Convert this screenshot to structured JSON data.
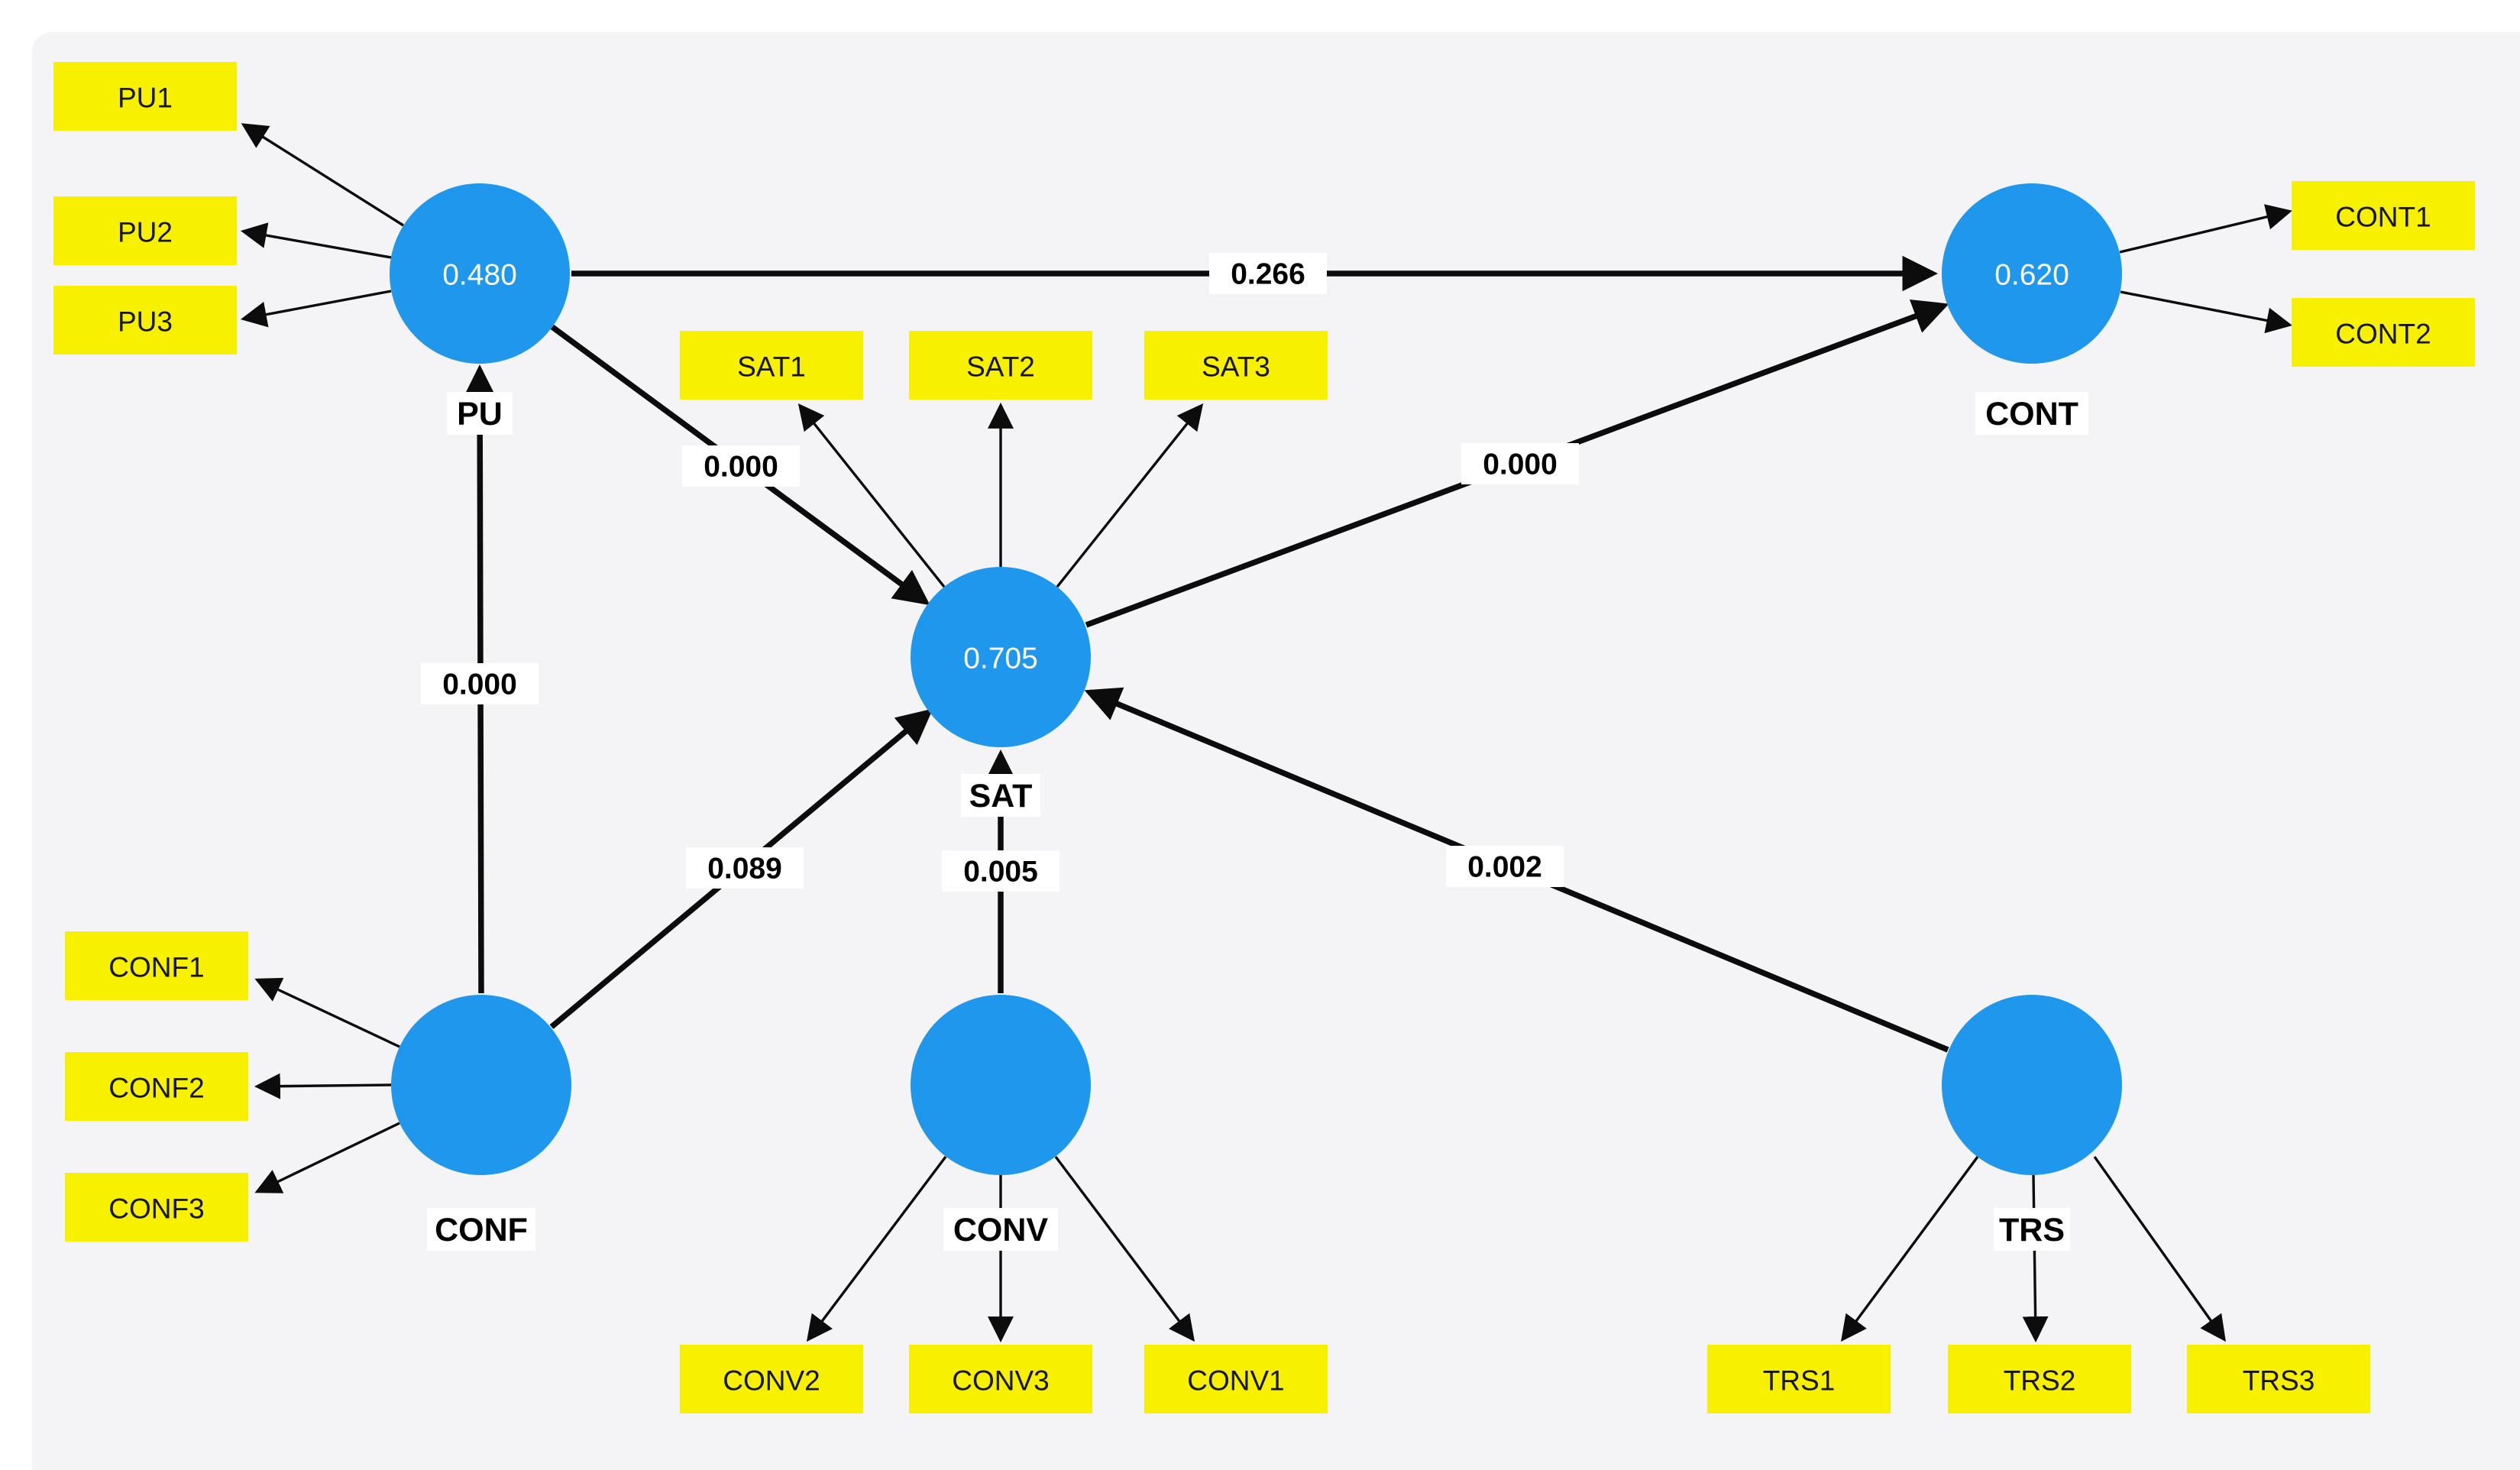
{
  "diagram_type": "PLS-SEM structural model",
  "colors": {
    "canvas_bg": "#f4f4f6",
    "node_fill": "#1e97ec",
    "indicator_fill": "#f7f000",
    "edge": "#0c0c0c",
    "r2_text": "#ffffff",
    "label_text": "#000000",
    "label_bg": "#ffffff"
  },
  "nodes": [
    {
      "id": "PU",
      "label": "PU",
      "r2": "0.480"
    },
    {
      "id": "CONT",
      "label": "CONT",
      "r2": "0.620"
    },
    {
      "id": "SAT",
      "label": "SAT",
      "r2": "0.705"
    },
    {
      "id": "CONF",
      "label": "CONF"
    },
    {
      "id": "CONV",
      "label": "CONV"
    },
    {
      "id": "TRS",
      "label": "TRS"
    }
  ],
  "indicators": [
    {
      "label": "PU1"
    },
    {
      "label": "PU2"
    },
    {
      "label": "PU3"
    },
    {
      "label": "SAT1"
    },
    {
      "label": "SAT2"
    },
    {
      "label": "SAT3"
    },
    {
      "label": "CONT1"
    },
    {
      "label": "CONT2"
    },
    {
      "label": "CONF1"
    },
    {
      "label": "CONF2"
    },
    {
      "label": "CONF3"
    },
    {
      "label": "CONV2"
    },
    {
      "label": "CONV3"
    },
    {
      "label": "CONV1"
    },
    {
      "label": "TRS1"
    },
    {
      "label": "TRS2"
    },
    {
      "label": "TRS3"
    }
  ],
  "paths": [
    {
      "from": "PU",
      "to": "CONT",
      "value": "0.266"
    },
    {
      "from": "PU",
      "to": "SAT",
      "value": "0.000"
    },
    {
      "from": "SAT",
      "to": "CONT",
      "value": "0.000"
    },
    {
      "from": "CONF",
      "to": "PU",
      "value": "0.000"
    },
    {
      "from": "CONF",
      "to": "SAT",
      "value": "0.089"
    },
    {
      "from": "CONV",
      "to": "SAT",
      "value": "0.005"
    },
    {
      "from": "TRS",
      "to": "SAT",
      "value": "0.002"
    }
  ]
}
